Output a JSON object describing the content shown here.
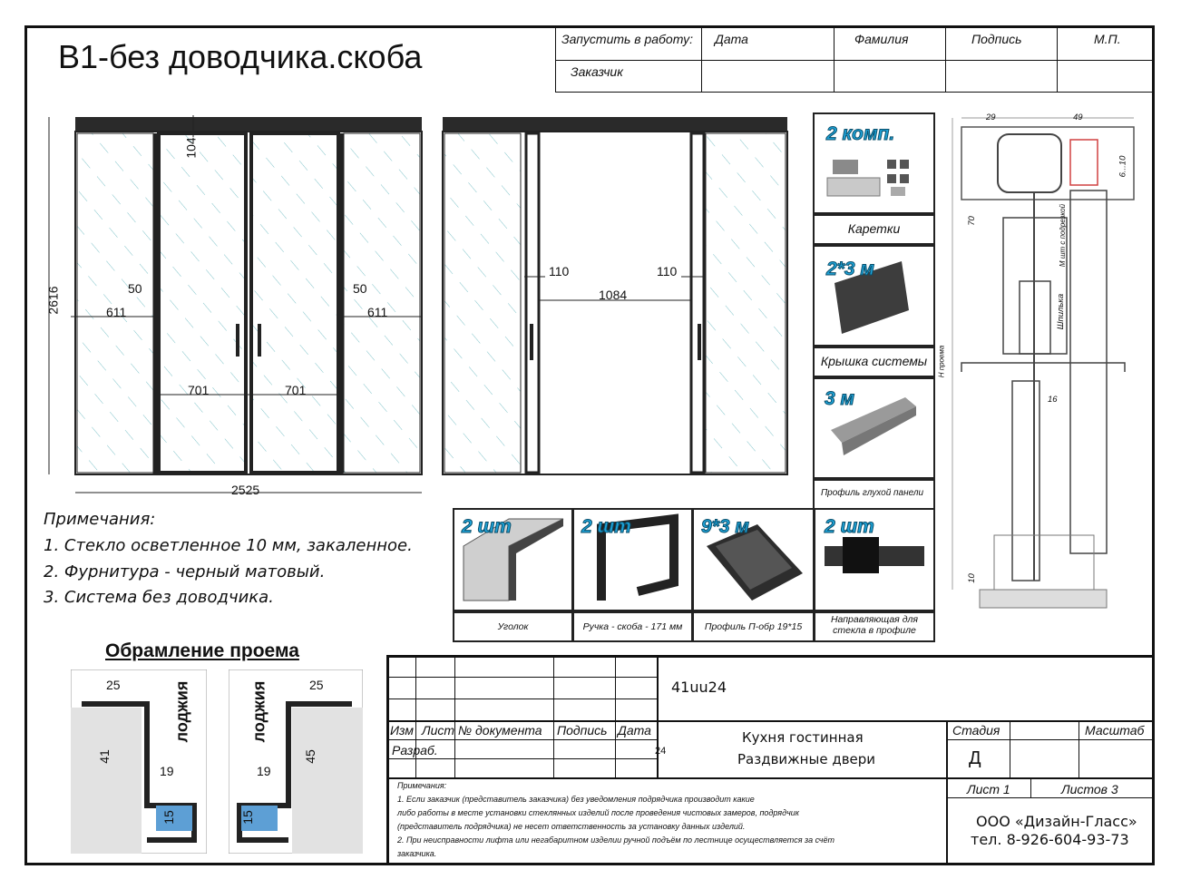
{
  "title": "В1-без доводчика.скоба",
  "header": {
    "launch_label": "Запустить в работу:",
    "customer_label": "Заказчик",
    "date": "Дата",
    "surname": "Фамилия",
    "signature": "Подпись",
    "stamp": "М.П."
  },
  "front_view": {
    "dim_height": "2616",
    "dim_top": "104",
    "dim_left_50": "50",
    "dim_right_50": "50",
    "dim_left_611": "611",
    "dim_right_611": "611",
    "dim_701_a": "701",
    "dim_701_b": "701",
    "dim_total": "2525"
  },
  "opening_view": {
    "dim_110_left": "110",
    "dim_110_right": "110",
    "dim_1084": "1084"
  },
  "products": [
    {
      "qty": "2 комп.",
      "label": "Каретки"
    },
    {
      "qty": "2*3 м",
      "label": "Крышка системы"
    },
    {
      "qty": "3 м",
      "label": "Профиль глухой панели"
    },
    {
      "qty": "2 шт",
      "label": "Уголок"
    },
    {
      "qty": "2 шт",
      "label": "Ручка - скоба - 171 мм"
    },
    {
      "qty": "9*3 м",
      "label": "Профиль П-обр 19*15"
    },
    {
      "qty": "2 шт",
      "label": "Направляющая для стекла в профиле"
    }
  ],
  "section_dims": {
    "d29": "29",
    "d49": "49",
    "d6_10": "6...10",
    "d70": "70",
    "d16": "16",
    "d10": "10",
    "screw_label": "Шпилька",
    "nut_label": "М шт с подрезкой",
    "h_label": "Н проема"
  },
  "notes": {
    "heading": "Примечания:",
    "items": [
      "1. Стекло осветленное 10 мм, закаленное.",
      "2. Фурнитура - черный матовый.",
      "3. Система без доводчика."
    ]
  },
  "framing": {
    "title": "Обрамление проема",
    "left": {
      "d25": "25",
      "d41": "41",
      "d19": "19",
      "d15": "15",
      "label": "лоджия"
    },
    "right": {
      "d25": "25",
      "d45": "45",
      "d19": "19",
      "d15": "15",
      "label": "лоджия"
    }
  },
  "stamp_block": {
    "order_code": "41uu24",
    "izm": "Изм",
    "list": "Лист",
    "doc": "№ документа",
    "sign": "Подпись",
    "date": "Дата",
    "razrab": "Разраб.",
    "date_value": "24",
    "project_line1": "Кухня гостинная",
    "project_line2": "Раздвижные двери",
    "stage_label": "Стадия",
    "scale_label": "Масштаб",
    "stage_value": "Д",
    "sheet": "Лист 1",
    "sheets": "Листов 3",
    "company": "ООО «Дизайн-Гласс»",
    "phone": "тел. 8-926-604-93-73",
    "remarks_title": "Примечания:",
    "remarks": [
      "1. Если заказчик (представитель заказчика) без уведомления подрядчика производит какие",
      "либо работы в месте установки стеклянных изделий после проведения чистовых замеров, подрядчик",
      "(представитель подрядчика) не несет ответственность за установку данных изделий.",
      "2. При неисправности лифта или негабаритном изделии ручной подъём по лестнице осуществляется за счёт",
      "заказчика."
    ]
  }
}
